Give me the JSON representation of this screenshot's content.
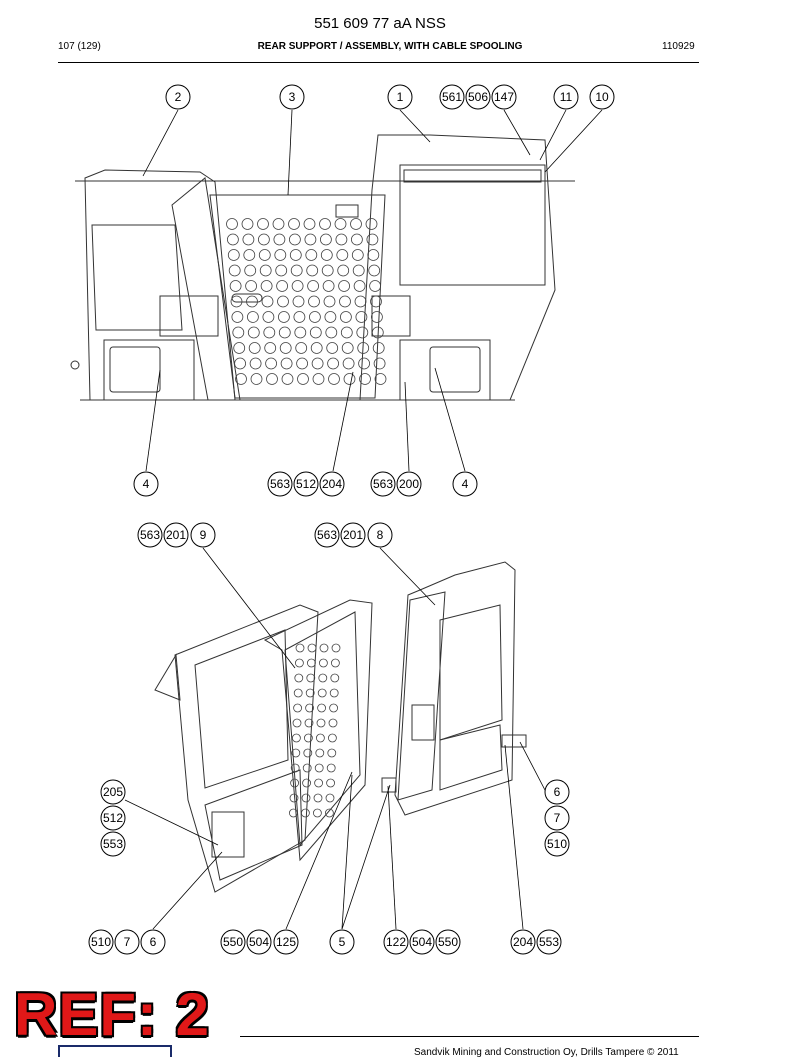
{
  "header": {
    "doc_number": "551 609 77 aA NSS",
    "page": "107 (129)",
    "title": "REAR SUPPORT / ASSEMBLY, WITH CABLE SPOOLING",
    "date_code": "110929"
  },
  "callouts": {
    "top": [
      "2",
      "3",
      "1",
      "561",
      "506",
      "147",
      "11",
      "10",
      "4",
      "563",
      "512",
      "204",
      "563",
      "200",
      "4"
    ],
    "bottom": [
      "563",
      "201",
      "9",
      "563",
      "201",
      "8",
      "205",
      "512",
      "553",
      "6",
      "7",
      "510",
      "510",
      "7",
      "6",
      "550",
      "504",
      "125",
      "5",
      "122",
      "504",
      "550",
      "204",
      "553"
    ]
  },
  "stamp": {
    "text": "REF: 2",
    "color": "#e01818"
  },
  "footer": {
    "text": "Sandvik Mining and Construction Oy, Drills Tampere © 2011"
  }
}
